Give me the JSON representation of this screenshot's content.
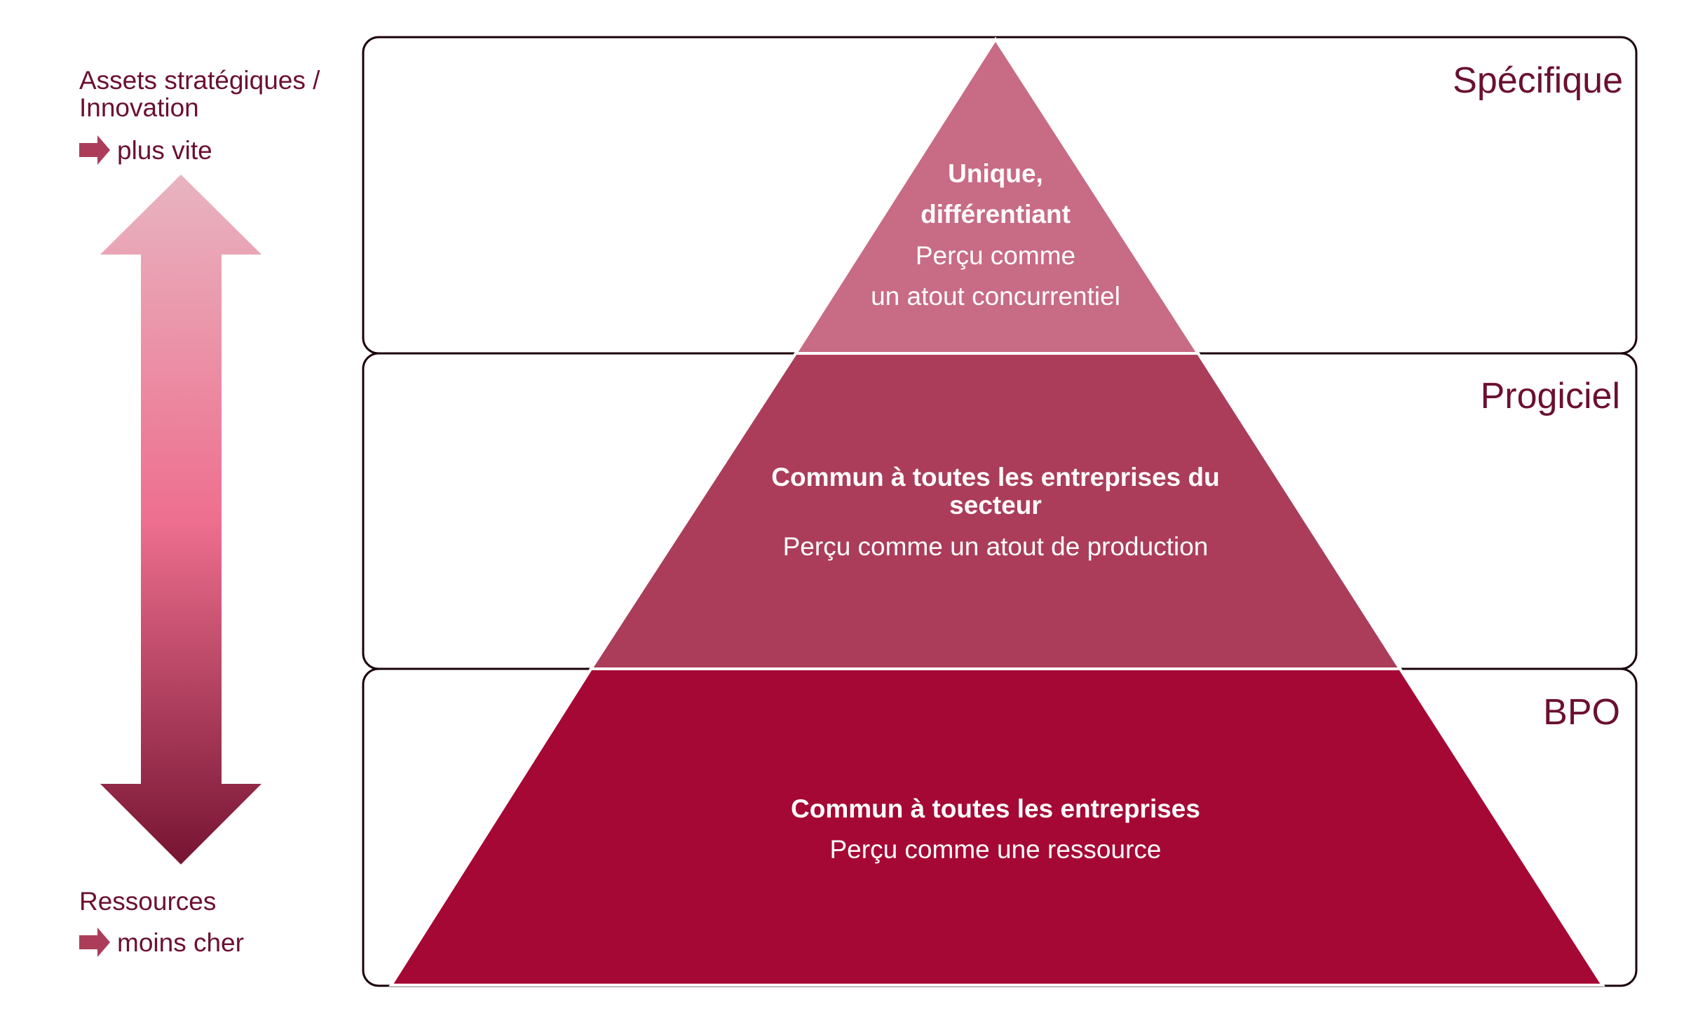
{
  "left_axis": {
    "top_label_line1": "Assets stratégiques /",
    "top_label_line2": "Innovation",
    "top_arrow_text": "plus vite",
    "bottom_label": "Ressources",
    "bottom_arrow_text": "moins cher"
  },
  "tiers": [
    {
      "name": "Spécifique",
      "bold_line1": "Unique,",
      "bold_line2": "différentiant",
      "line1": "Perçu comme",
      "line2": "un atout concurrentiel",
      "color": "#c86b84"
    },
    {
      "name": "Progiciel",
      "bold_line1": "Commun à toutes les entreprises du",
      "bold_line2": "secteur",
      "line1": "Perçu comme un atout de production",
      "color": "#ab3d5a"
    },
    {
      "name": "BPO",
      "bold_line1": "Commun à toutes les entreprises",
      "line1": "Perçu comme une ressource",
      "color": "#a50834"
    }
  ],
  "colors": {
    "text": "#6b1030",
    "arrow_top": "#e8b4c0",
    "arrow_mid": "#ee6f8f",
    "arrow_bottom": "#761432"
  }
}
